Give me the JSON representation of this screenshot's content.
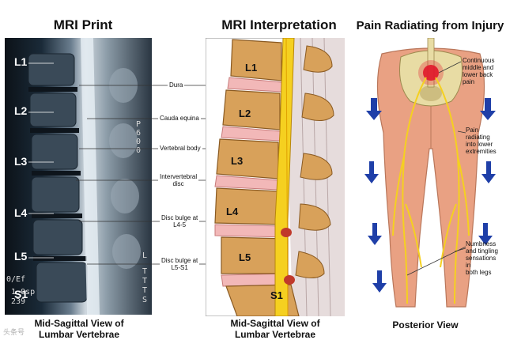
{
  "panels": {
    "mri_print": {
      "title": "MRI Print",
      "caption_line1": "Mid-Sagittal View of",
      "caption_line2": "Lumbar Vertebrae",
      "vertebra_labels": [
        "L1",
        "L2",
        "L3",
        "L4",
        "L5",
        "S1"
      ],
      "scan_text": [
        "P",
        "6",
        "0",
        "0",
        "L",
        "T",
        "T",
        "T",
        "S",
        "0/Ef",
        "1.0sp",
        "239"
      ]
    },
    "mri_interpretation": {
      "title": "MRI Interpretation",
      "caption_line1": "Mid-Sagittal View of",
      "caption_line2": "Lumbar Vertebrae",
      "vertebra_labels": [
        "L1",
        "L2",
        "L3",
        "L4",
        "L5",
        "S1"
      ],
      "annotations": {
        "dura": "Dura",
        "cauda_equina": "Cauda equina",
        "vertebral_body": "Vertebral body",
        "intervertebral_disc_line1": "Intervertebral",
        "intervertebral_disc_line2": "disc",
        "disc_bulge_l45_line1": "Disc bulge at",
        "disc_bulge_l45_line2": "L4-5",
        "disc_bulge_l5s1_line1": "Disc bulge at",
        "disc_bulge_l5s1_line2": "L5-S1"
      }
    },
    "pain_radiating": {
      "title": "Pain Radiating from Injury",
      "caption": "Posterior View",
      "notes": {
        "back_line1": "Continuous",
        "back_line2": "middle and",
        "back_line3": "lower back",
        "back_line4": "pain",
        "radiating_line1": "Pain radiating",
        "radiating_line2": "into lower",
        "radiating_line3": "extremities",
        "numb_line1": "Numbness",
        "numb_line2": "and tingling",
        "numb_line3": "sensations in",
        "numb_line4": "both legs"
      }
    }
  },
  "watermark": "头条号",
  "colors": {
    "bone": "#d8a15a",
    "disc": "#f2b8b8",
    "nerve": "#f5d020",
    "leg": "#e9a183",
    "arrow": "#1f3fa8",
    "pain": "#e0182a"
  }
}
